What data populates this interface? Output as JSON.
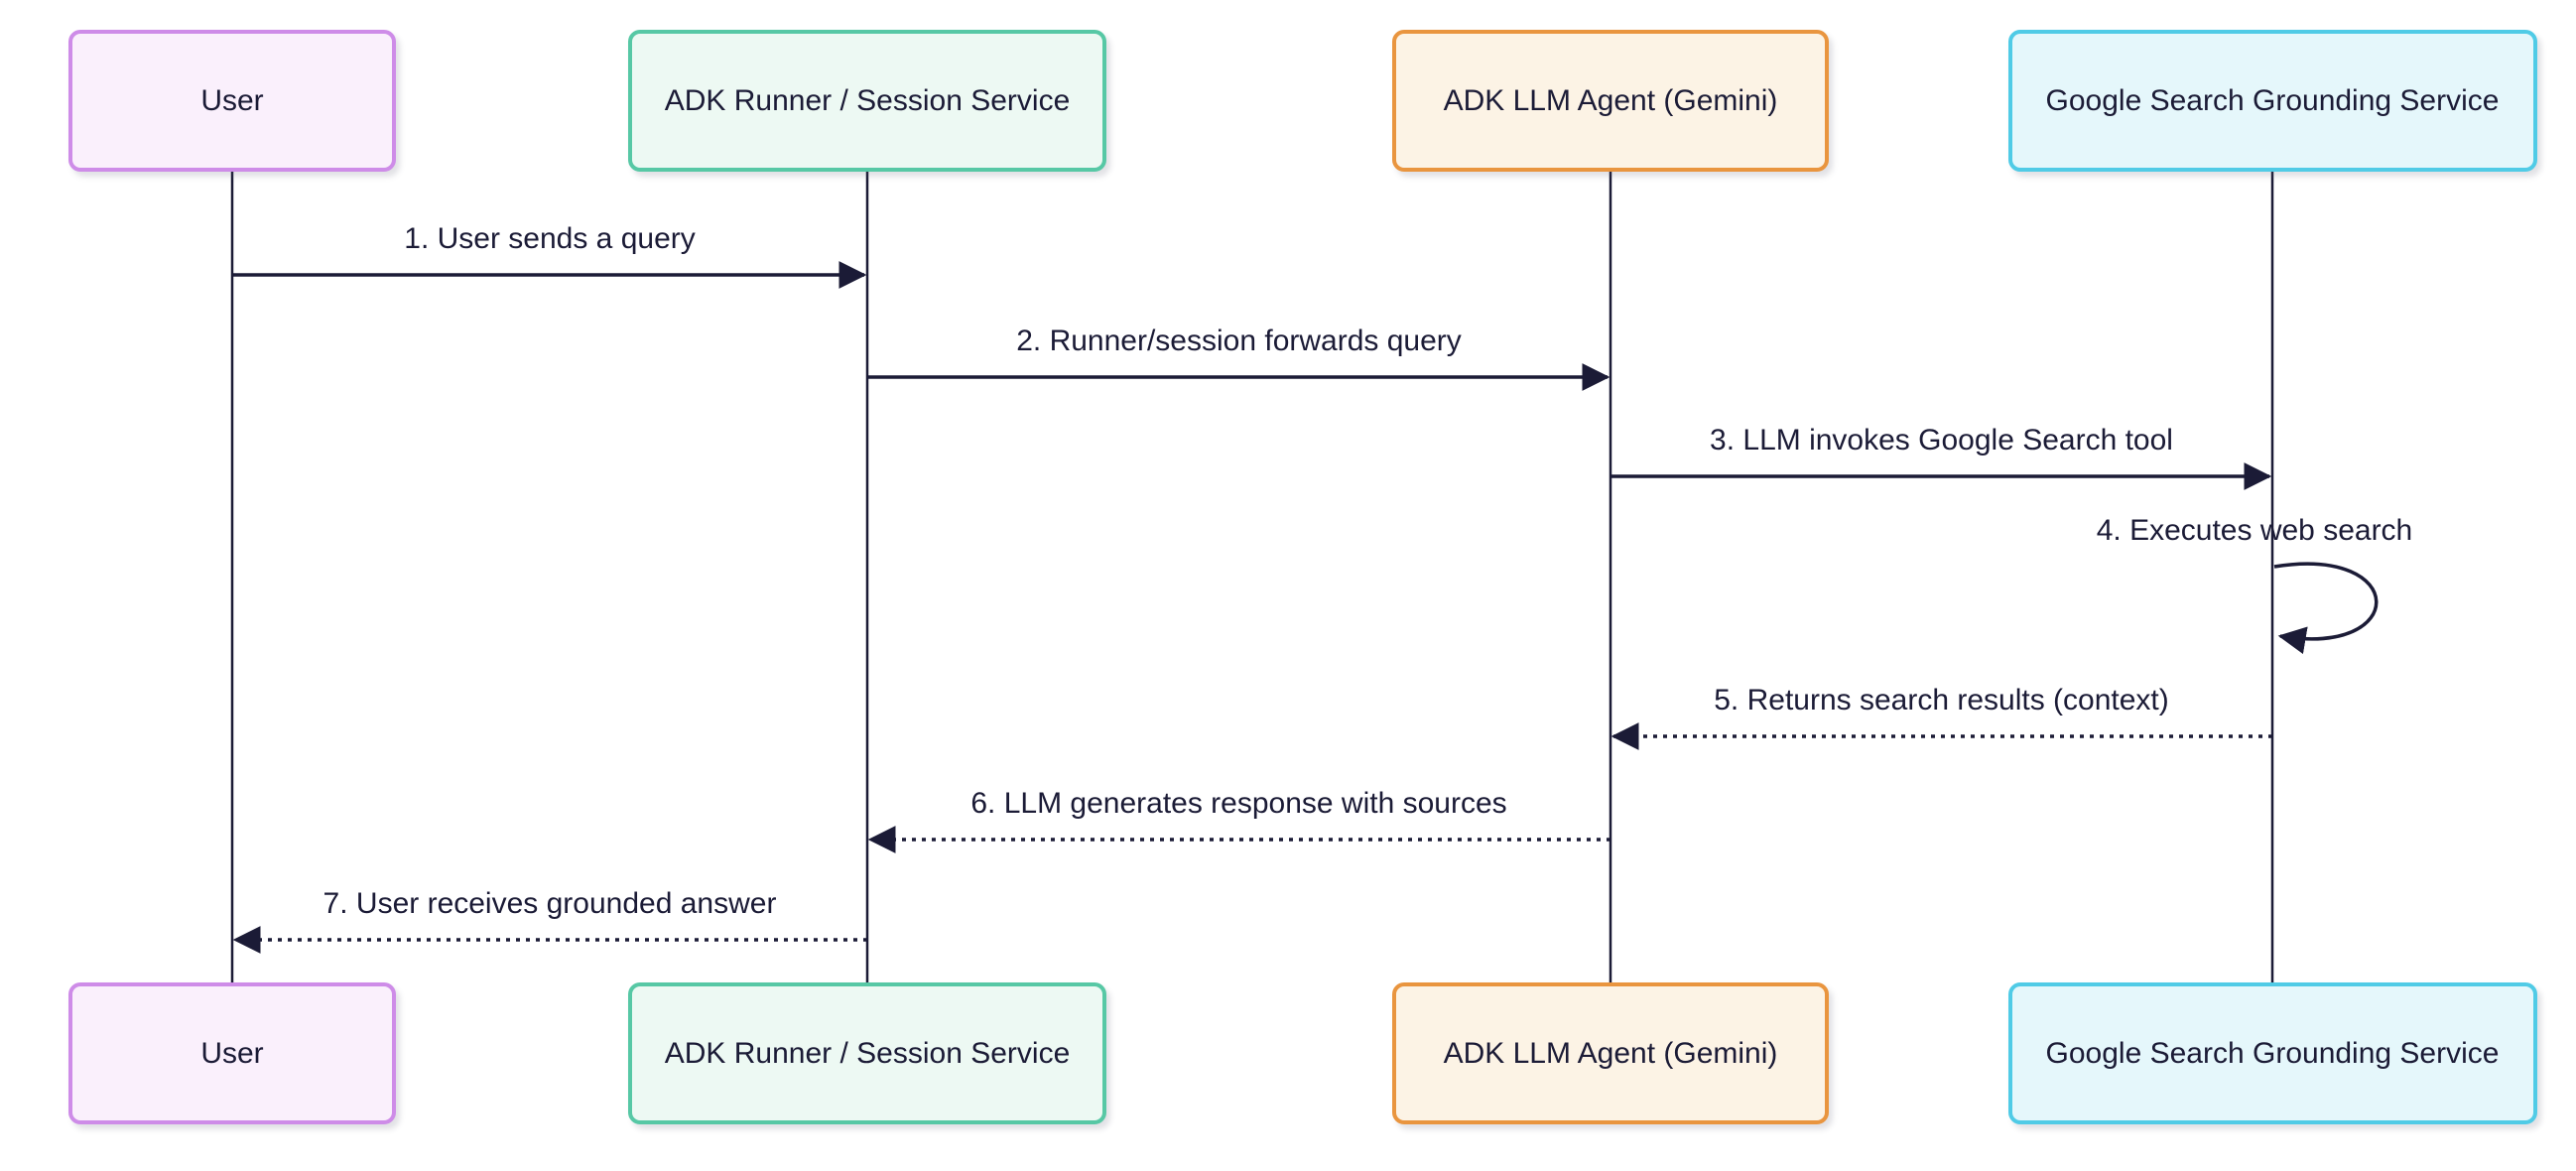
{
  "diagram": {
    "type": "sequence-diagram",
    "background": "#ffffff",
    "line_color": "#1b1b36",
    "text_color": "#1b1b36"
  },
  "participants": [
    {
      "id": "user",
      "label": "User",
      "fill": "#faf0fc",
      "stroke": "#ce8ce8"
    },
    {
      "id": "runner",
      "label": "ADK Runner / Session Service",
      "fill": "#edf9f3",
      "stroke": "#57c8a5"
    },
    {
      "id": "agent",
      "label": "ADK LLM Agent (Gemini)",
      "fill": "#fcf3e5",
      "stroke": "#e9953f"
    },
    {
      "id": "google",
      "label": "Google Search Grounding Service",
      "fill": "#e5f7fb",
      "stroke": "#50cbe6"
    }
  ],
  "messages": [
    {
      "label": "1. User sends a query",
      "from": "user",
      "to": "runner",
      "line": "solid"
    },
    {
      "label": "2. Runner/session forwards query",
      "from": "runner",
      "to": "agent",
      "line": "solid"
    },
    {
      "label": "3. LLM invokes Google Search tool",
      "from": "agent",
      "to": "google",
      "line": "solid"
    },
    {
      "label": "4. Executes web search",
      "from": "google",
      "to": "google",
      "line": "self"
    },
    {
      "label": "5. Returns search results (context)",
      "from": "google",
      "to": "agent",
      "line": "dashed"
    },
    {
      "label": "6. LLM generates response with sources",
      "from": "agent",
      "to": "runner",
      "line": "dashed"
    },
    {
      "label": "7. User receives grounded answer",
      "from": "runner",
      "to": "user",
      "line": "dashed"
    }
  ]
}
